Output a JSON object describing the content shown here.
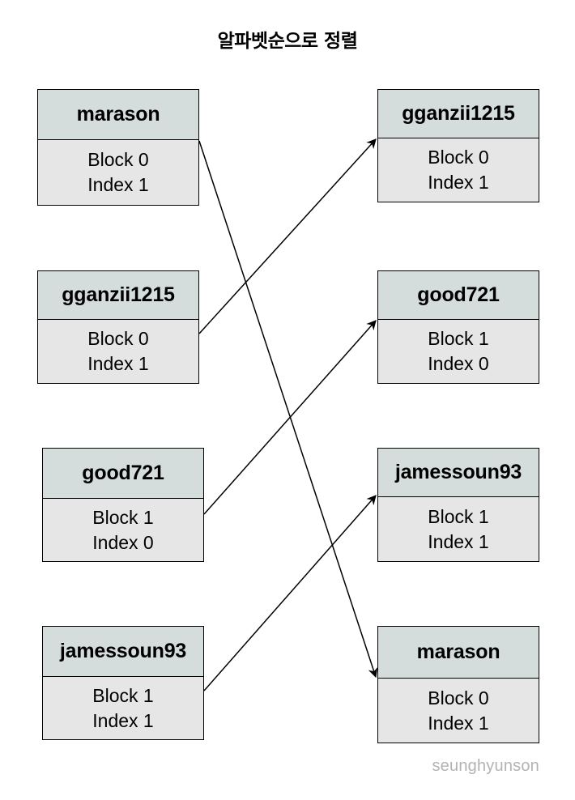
{
  "title": "알파벳순으로 정렬",
  "left_column": [
    {
      "name": "marason",
      "block": "Block 0",
      "index": "Index 1"
    },
    {
      "name": "gganzii1215",
      "block": "Block 0",
      "index": "Index 1"
    },
    {
      "name": "good721",
      "block": "Block 1",
      "index": "Index 0"
    },
    {
      "name": "jamessoun93",
      "block": "Block 1",
      "index": "Index 1"
    }
  ],
  "right_column": [
    {
      "name": "gganzii1215",
      "block": "Block 0",
      "index": "Index 1"
    },
    {
      "name": "good721",
      "block": "Block 1",
      "index": "Index 0"
    },
    {
      "name": "jamessoun93",
      "block": "Block 1",
      "index": "Index 1"
    },
    {
      "name": "marason",
      "block": "Block 0",
      "index": "Index 1"
    }
  ],
  "edges": [
    {
      "from": "marason",
      "to": "marason"
    },
    {
      "from": "gganzii1215",
      "to": "gganzii1215"
    },
    {
      "from": "good721",
      "to": "good721"
    },
    {
      "from": "jamessoun93",
      "to": "jamessoun93"
    }
  ],
  "watermark": "seunghyunson",
  "colors": {
    "header_fill": "#d5dddc",
    "body_fill": "#e6e6e6",
    "stroke": "#000000",
    "watermark": "#b3b3b3"
  }
}
